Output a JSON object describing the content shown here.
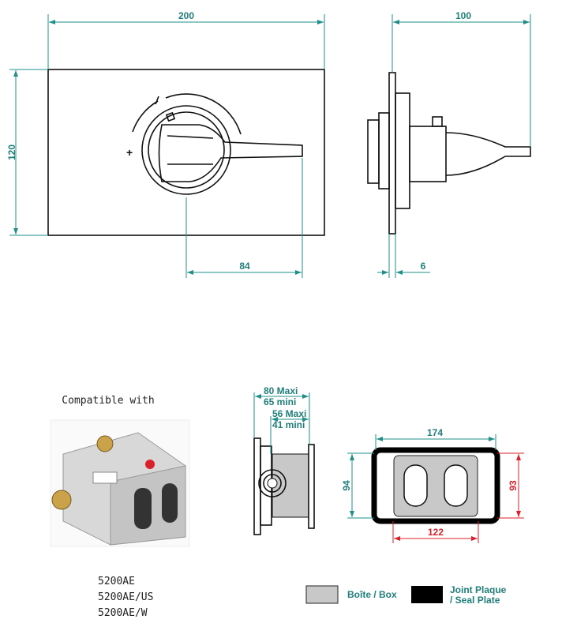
{
  "front_view": {
    "width_dim": "200",
    "height_dim": "120",
    "offset_dim": "84",
    "plus_symbol": "+"
  },
  "side_view": {
    "depth_dim": "100",
    "plate_dim": "6"
  },
  "compatible": {
    "heading": "Compatible with",
    "models": [
      "5200AE",
      "5200AE/US",
      "5200AE/W"
    ]
  },
  "box_view": {
    "outer_max": "80  Maxi",
    "outer_min": "65 mini",
    "inner_max": "56  Maxi",
    "inner_min": "41 mini"
  },
  "seal_view": {
    "width_outer": "174",
    "height_outer": "94",
    "height_inner": "93",
    "width_inner": "122"
  },
  "legend": [
    {
      "label": "Boîte / Box",
      "color": "#c8c8c8"
    },
    {
      "label_line1": "Joint Plaque",
      "label_line2": "/ Seal Plate",
      "color": "#000000"
    }
  ],
  "colors": {
    "dimension": "#1f7f7a",
    "red_dimension": "#d8212b"
  }
}
